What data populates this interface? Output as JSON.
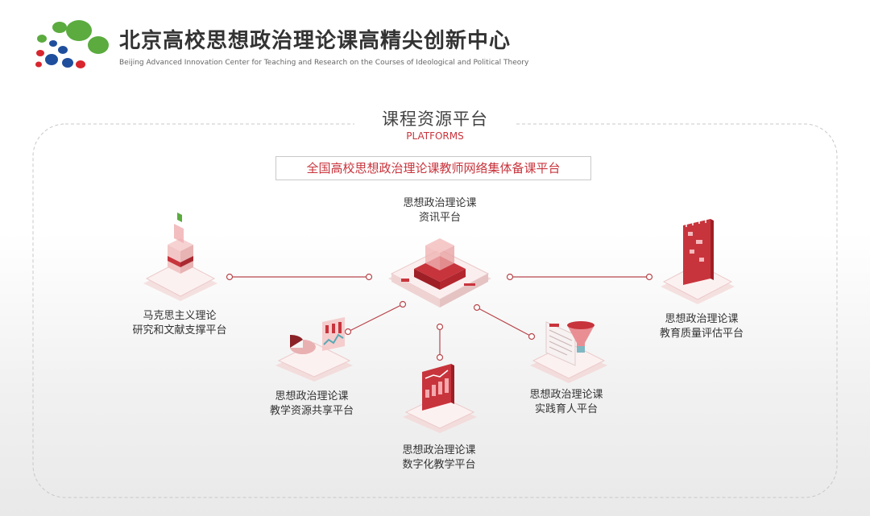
{
  "header": {
    "org_name_cn": "北京高校思想政治理论课高精尖创新中心",
    "org_name_en": "Beijing Advanced Innovation Center for Teaching and Research on the Courses of Ideological and Political Theory"
  },
  "section": {
    "title": "课程资源平台",
    "subtitle": "PLATFORMS"
  },
  "banner": "全国高校思想政治理论课教师网络集体备课平台",
  "platforms": {
    "center": {
      "line1": "思想政治理论课",
      "line2": "资讯平台"
    },
    "left": {
      "line1": "马克思主义理论",
      "line2": "研究和文献支撑平台"
    },
    "right": {
      "line1": "思想政治理论课",
      "line2": "教育质量评估平台"
    },
    "bottom_left": {
      "line1": "思想政治理论课",
      "line2": "教学资源共享平台"
    },
    "bottom": {
      "line1": "思想政治理论课",
      "line2": "数字化教学平台"
    },
    "bottom_right": {
      "line1": "思想政治理论课",
      "line2": "实践育人平台"
    }
  },
  "colors": {
    "accent_red": "#c8343c",
    "logo_green": "#5bab3f",
    "logo_blue": "#1f4e9c",
    "logo_red": "#d8252e"
  }
}
